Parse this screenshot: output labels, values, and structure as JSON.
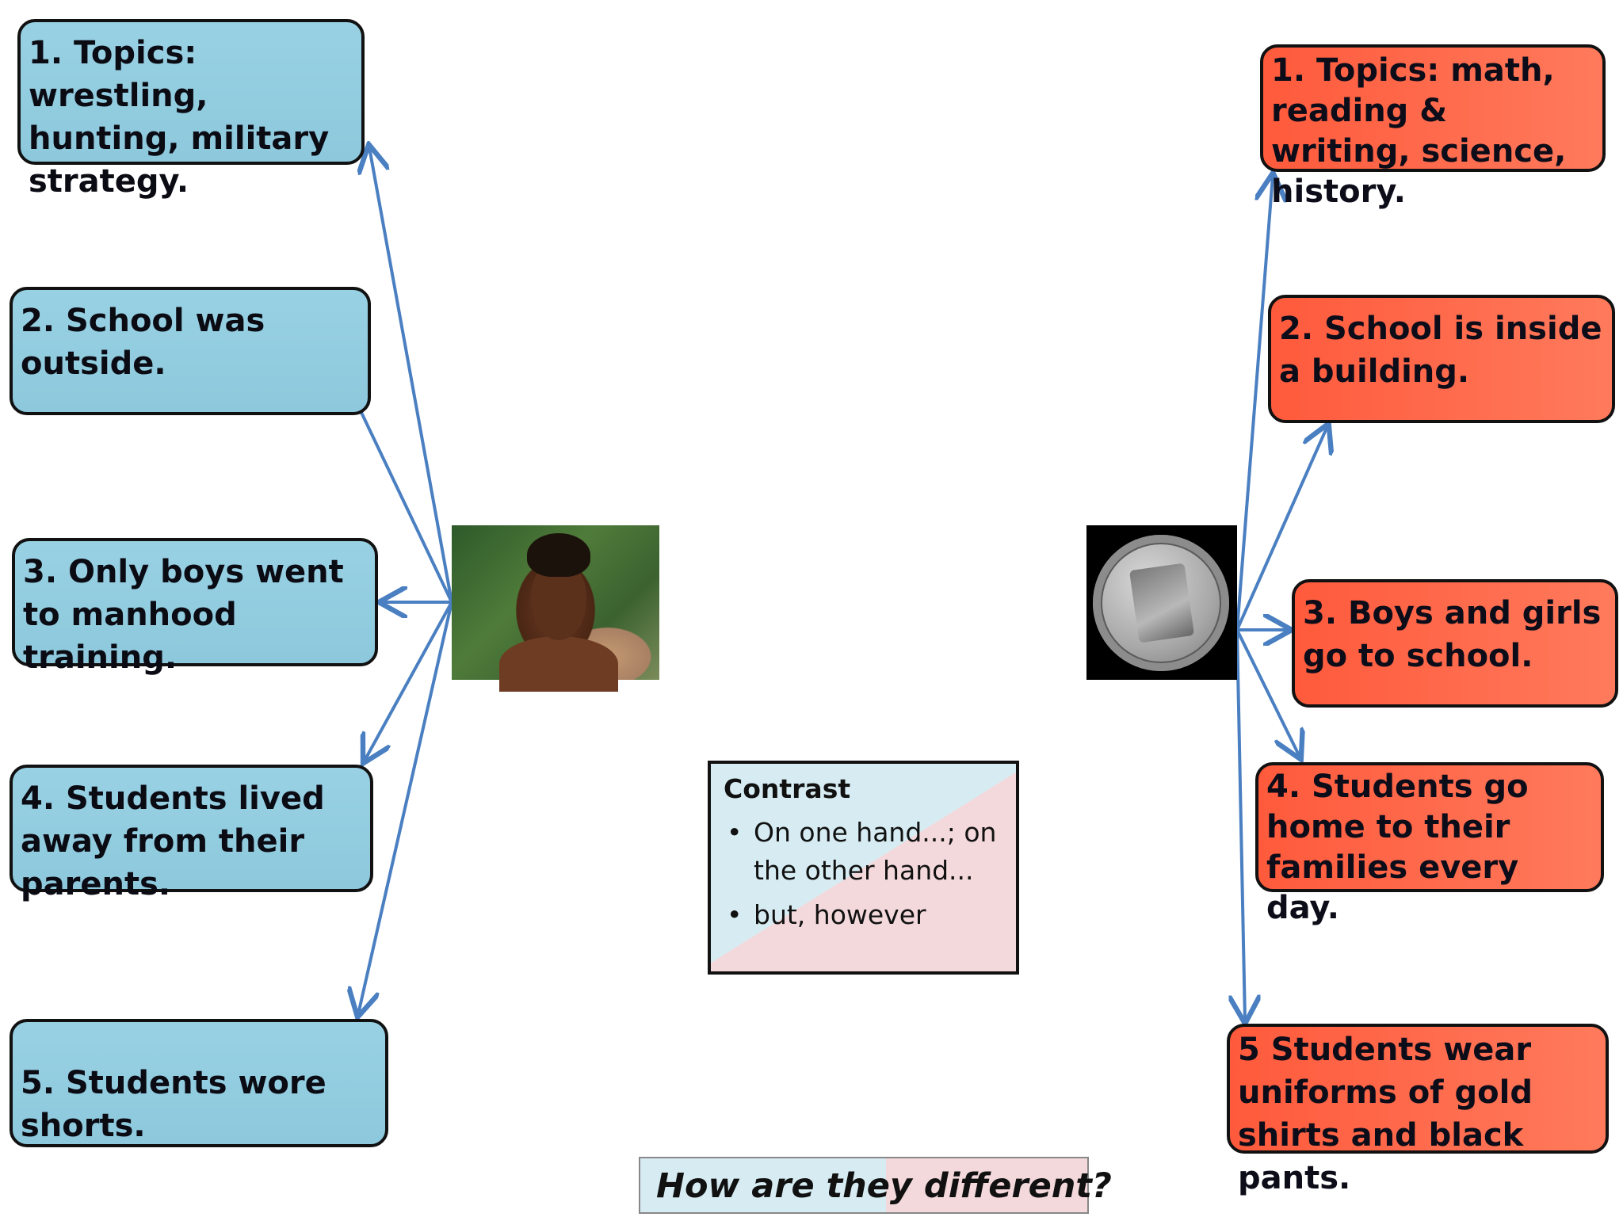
{
  "left_items": [
    {
      "text": "1. Topics: wrestling, hunting, military strategy."
    },
    {
      "text": "2. School was outside."
    },
    {
      "text": "3. Only boys went to manhood training."
    },
    {
      "text": "4. Students lived away from their parents."
    },
    {
      "text": "5. Students wore shorts."
    }
  ],
  "right_items": [
    {
      "text": "1. Topics: math, reading & writing, science, history."
    },
    {
      "text": "2. School is inside a building."
    },
    {
      "text": "3. Boys and girls go to school."
    },
    {
      "text": "4. Students go home to their families every day."
    },
    {
      "text": "5 Students wear uniforms of gold shirts and black pants."
    }
  ],
  "contrast": {
    "title": "Contrast",
    "bullets": [
      "On one hand...; on the other hand...",
      "but,  however"
    ]
  },
  "question": "How are they different?",
  "colors": {
    "left_fill": "#8dc8dc",
    "right_fill": "#ff6a4c",
    "arrow": "#4a7fc1"
  },
  "images": {
    "left": "boy-portrait-photo",
    "right": "silver-medallion-photo"
  }
}
